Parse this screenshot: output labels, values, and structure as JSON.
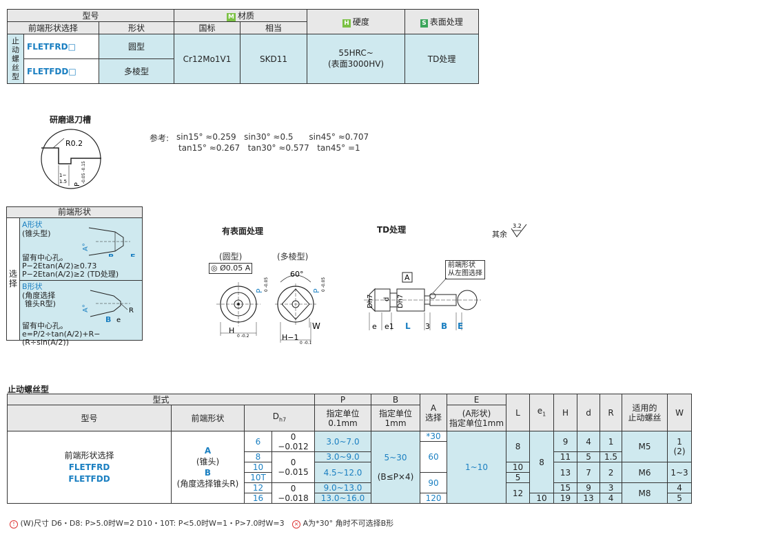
{
  "material_table": {
    "h_model": "型号",
    "h_front_select": "前端形状选择",
    "h_shape": "形状",
    "h_material": "材质",
    "h_national": "国标",
    "h_equivalent": "相当",
    "h_hardness": "硬度",
    "h_surface": "表面处理",
    "tag_m": "M",
    "tag_h": "H",
    "tag_s": "S",
    "row_label": "止动螺丝型",
    "model_1": "FLETFRD□",
    "model_2": "FLETFDD□",
    "shape_1": "圆型",
    "shape_2": "多棱型",
    "national": "Cr12Mo1V1",
    "equivalent": "SKD11",
    "hardness_1": "55HRC~",
    "hardness_2": "(表面3000HV)",
    "surface": "TD处理"
  },
  "grinding": {
    "title": "研磨退刀槽",
    "r_label": "R0.2",
    "dim_1": "1~",
    "dim_2": "1.5",
    "p_label": "P",
    "p_tol": "-0.05 -0.15"
  },
  "reference": {
    "label": "参考:",
    "line1": "sin15° ≈0.259   sin30° ≈0.5      sin45° ≈0.707",
    "line2": "tan15° ≈0.267   tan30° ≈0.577   tan45° =1"
  },
  "front_shape": {
    "title": "前端形状",
    "side": "选择",
    "a_title": "A形状",
    "a_sub": "(锥头型)",
    "a_note1": "留有中心孔。",
    "a_note2": "P−2Etan(A/2)≥0.73",
    "a_note3": "P−2Etan(A/2)≥2 (TD处理)",
    "b_title": "B形状",
    "b_sub1": "(角度选择",
    "b_sub2": "锥头R型)",
    "b_note1": "留有中心孔。",
    "b_note2": "e=P/2÷tan(A/2)+R−(R÷sin(A/2))",
    "lbl_a": "A°",
    "lbl_b": "B",
    "lbl_e": "E",
    "lbl_r": "R",
    "lbl_small_e": "e"
  },
  "drawings": {
    "title_surface": "有表面处理",
    "title_td": "TD处理",
    "other": "其余",
    "roughness": "3.2",
    "round": "(圆型)",
    "polygon": "(多棱型)",
    "concentric": "◎ Ø0.05 A",
    "angle": "60°",
    "h_dim": "H",
    "h_tol": "0 -0.2",
    "h1_dim": "H−1",
    "h1_tol": "0 -0.1",
    "w_dim": "W",
    "p_dim": "P",
    "p_tol": "0 -0.05",
    "datum": "A",
    "front_note1": "前端形状",
    "front_note2": "从左图选择",
    "l_dh7": "Dh7",
    "l_d": "d",
    "l_e": "e",
    "l_e1": "e1",
    "l_L": "L",
    "l_3": "3",
    "l_B": "B",
    "l_E": "E"
  },
  "spec": {
    "title": "止动螺丝型",
    "h_type": "型式",
    "h_model": "型号",
    "h_front": "前端形状",
    "h_d": "D",
    "h_d_sub": "h7",
    "h_p": "P",
    "h_p_sub1": "指定单位",
    "h_p_sub2": "0.1mm",
    "h_b": "B",
    "h_b_sub1": "指定单位",
    "h_b_sub2": "1mm",
    "h_a": "A",
    "h_a_sub": "选择",
    "h_e": "E",
    "h_e_sub1": "(A形状)",
    "h_e_sub2": "指定单位1mm",
    "h_l": "L",
    "h_e1": "e",
    "h_e1_sub": "1",
    "h_h": "H",
    "h_dd": "d",
    "h_r": "R",
    "h_screw1": "适用的",
    "h_screw2": "止动螺丝",
    "h_w": "W",
    "model_1": "前端形状选择",
    "model_2": "FLETFRD",
    "model_3": "FLETFDD",
    "front_1": "A",
    "front_2": "(锥头)",
    "front_3": "B",
    "front_4": "(角度选择锥头R)",
    "d_vals": [
      "6",
      "8",
      "10",
      "10T",
      "12",
      "16"
    ],
    "tol_1a": "0",
    "tol_1b": "−0.012",
    "tol_2a": "0",
    "tol_2b": "−0.015",
    "tol_3a": "0",
    "tol_3b": "−0.018",
    "p_vals": [
      "3.0~7.0",
      "3.0~9.0",
      "4.5~12.0",
      "9.0~13.0",
      "13.0~16.0"
    ],
    "b_val": "5~30",
    "b_cond": "(B≤P×4)",
    "a_vals": [
      "*30",
      "60",
      "90",
      "120"
    ],
    "e_val": "1~10",
    "l_vals": [
      "8",
      "10",
      "5",
      "12"
    ],
    "e1_vals": [
      "8",
      "10"
    ],
    "h_vals": [
      "9",
      "11",
      "13",
      "15",
      "19"
    ],
    "dd_vals": [
      "4",
      "5",
      "7",
      "9",
      "13"
    ],
    "r_vals": [
      "1",
      "1.5",
      "2",
      "3",
      "4"
    ],
    "screw_vals": [
      "M5",
      "M6",
      "M8"
    ],
    "w_vals": [
      "1",
      "(2)",
      "1~3",
      "4",
      "5"
    ]
  },
  "footnote": {
    "text1": "(W)尺寸 D6・D8: P>5.0时W=2 D10・10T: P<5.0时W=1・P>7.0时W=3",
    "text2": "A为*30° 角时不可选择B形"
  }
}
